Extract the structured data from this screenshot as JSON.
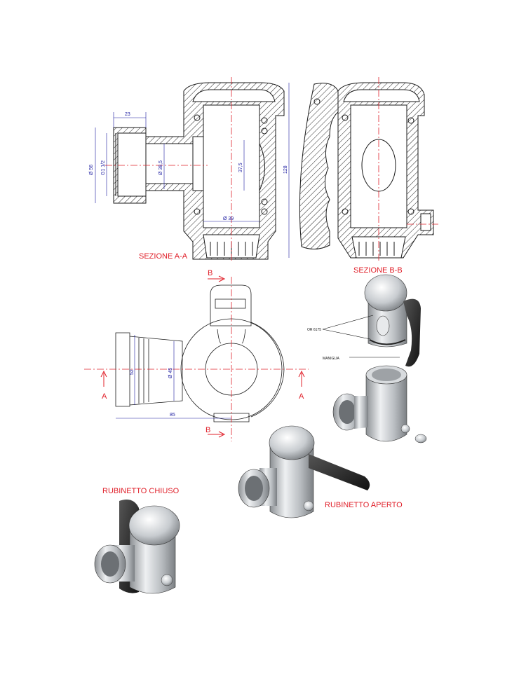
{
  "labels": {
    "section_aa": "SEZIONE A-A",
    "section_bb": "SEZIONE B-B",
    "closed": "RUBINETTO CHIUSO",
    "open": "RUBINETTO APERTO",
    "cut_a": "A",
    "cut_b": "B",
    "note_or": "OR 6175",
    "note_handle": "MANIGLIA"
  },
  "dimensions": {
    "d23": "23",
    "d56": "Ø 56",
    "g112": "G1 1/2",
    "d385": "Ø 38,5",
    "d375": "37,5",
    "d39": "Ø 39",
    "d128": "128",
    "d52": "52",
    "d45": "Ø 45",
    "d85": "85"
  },
  "colors": {
    "drawing": "#1a1a1a",
    "dimension": "#1a1aa0",
    "section_line": "#e0202a",
    "metal": "#c9ccd0",
    "handle": "#2a2a2a"
  }
}
